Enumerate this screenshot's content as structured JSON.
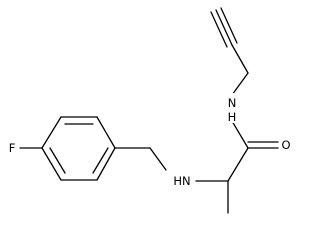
{
  "structure": {
    "colors": {
      "bond": "#000000",
      "text": "#000000",
      "background": "#ffffff"
    },
    "atoms": {
      "fluorine": "F",
      "amine_nh": "HN",
      "amide_nh": "N\nH",
      "carbonyl_o": "O"
    }
  }
}
